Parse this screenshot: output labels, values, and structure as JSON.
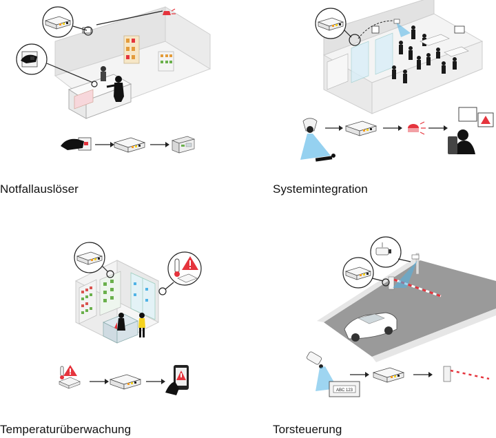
{
  "scenarios": [
    {
      "caption": "Notfallauslöser",
      "icons": [
        "store-scene",
        "panic-button-icon",
        "io-box-icon",
        "control-panel-icon"
      ]
    },
    {
      "caption": "Systemintegration",
      "icons": [
        "office-scene",
        "camera-icon",
        "io-box-icon",
        "siren-icon",
        "operator-monitor-icon"
      ]
    },
    {
      "caption": "Temperaturüberwachung",
      "icons": [
        "cold-store-scene",
        "thermometer-warning-icon",
        "io-box-icon",
        "smartphone-alert-icon"
      ]
    },
    {
      "caption": "Torsteuerung",
      "icons": [
        "gate-scene",
        "camera-icon",
        "license-plate-icon",
        "io-box-icon",
        "barrier-gate-icon"
      ],
      "plate_text": "ABC 123"
    }
  ],
  "colors": {
    "accent_red": "#e5343d",
    "accent_blue": "#4fb3e6",
    "device_body": "#f2f2f2",
    "device_led_orange": "#f39a1e",
    "device_led_yellow": "#f4d21f",
    "line": "#222222",
    "shelf_green": "#6ab04c",
    "shelf_red": "#d9534f"
  }
}
